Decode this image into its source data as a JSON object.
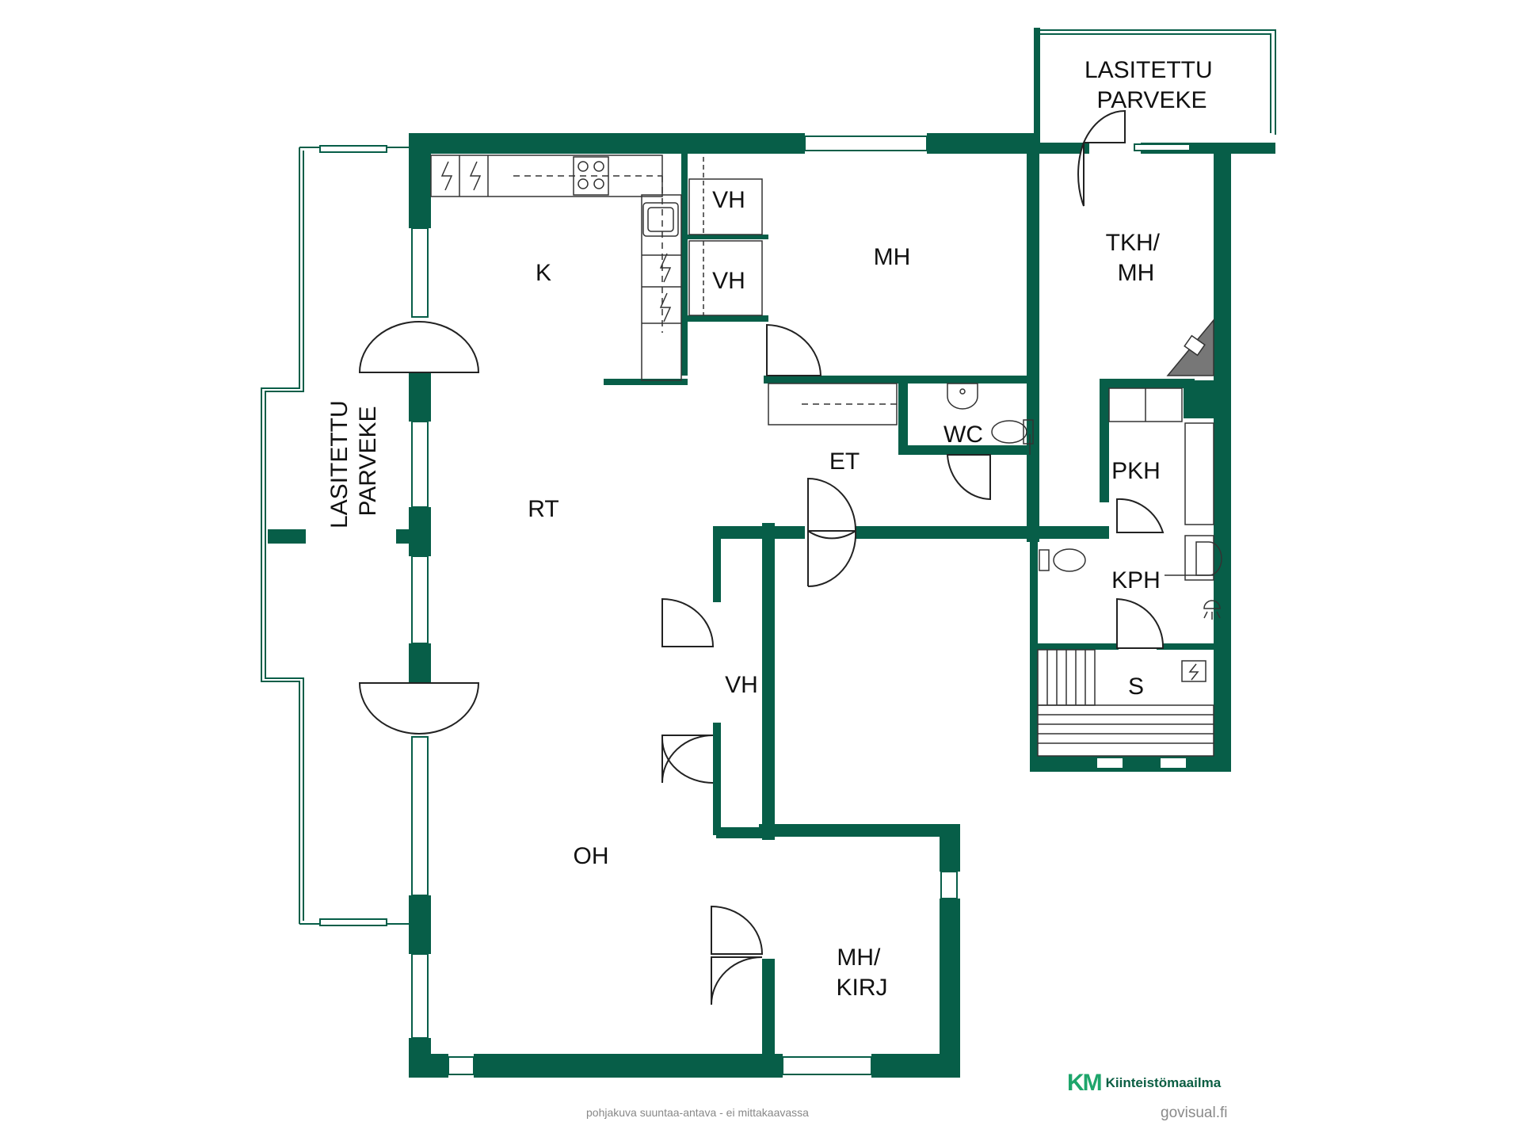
{
  "colors": {
    "wall": "#075e48",
    "fixture_line": "#333333",
    "brand_green": "#1ea56b",
    "brand_dark": "#0b5e43"
  },
  "rooms": {
    "balcony_left": [
      "LASITETTU",
      "PARVEKE"
    ],
    "balcony_top": [
      "LASITETTU",
      "PARVEKE"
    ],
    "kitchen": "K",
    "dining": "RT",
    "living": "OH",
    "bedroom": "MH",
    "closet_1": "VH",
    "closet_2": "VH",
    "closet_3": "VH",
    "workroom": [
      "TKH/",
      "MH"
    ],
    "toilet": "WC",
    "hall": "ET",
    "dressing": "PKH",
    "bathroom": "KPH",
    "sauna": "S",
    "study": [
      "MH/",
      "KIRJ"
    ]
  },
  "icons": {
    "sauna_stove": "sauna-stove-icon",
    "electric": "electric-outlet-icon",
    "stove": "stove-icon",
    "sink": "sink-icon",
    "toilet": "toilet-icon",
    "shower": "shower-icon"
  },
  "footer": {
    "disclaimer": "pohjakuva suuntaa-antava - ei mittakaavassa",
    "brand_mark": "KM",
    "brand_name": "Kiinteistömaailma",
    "credit": "govisual.fi"
  }
}
